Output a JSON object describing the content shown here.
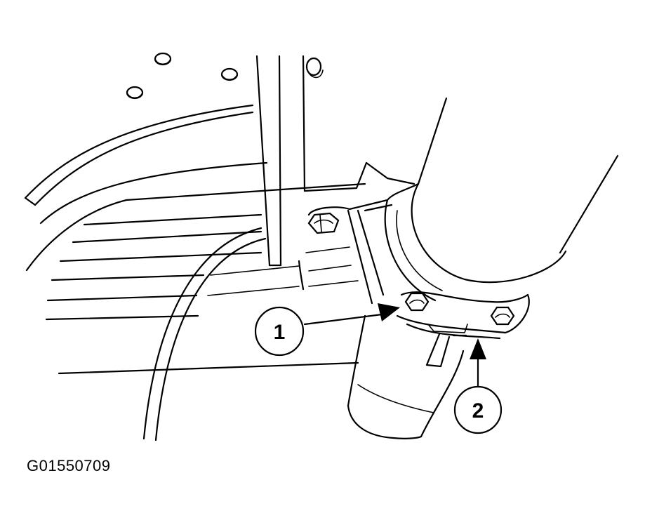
{
  "figure": {
    "callouts": [
      {
        "number": "1"
      },
      {
        "number": "2"
      }
    ],
    "figure_code": "G01550709"
  }
}
